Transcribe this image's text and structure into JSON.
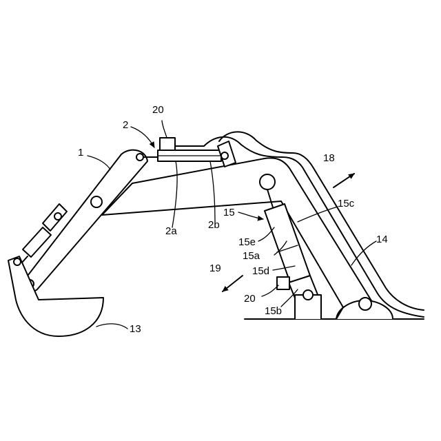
{
  "labels": {
    "arm": "1",
    "cylinder": "2",
    "cylinder_a": "2a",
    "cylinder_b": "2b",
    "bucket": "13",
    "boom": "14",
    "boom_cylinder": "15",
    "rod_end": "15c",
    "tube": "15e",
    "cylinder_a2": "15a",
    "head_part": "15d",
    "base": "15b",
    "arrow_up": "18",
    "arrow_down": "19",
    "sensor_top": "20",
    "sensor_bottom": "20"
  }
}
